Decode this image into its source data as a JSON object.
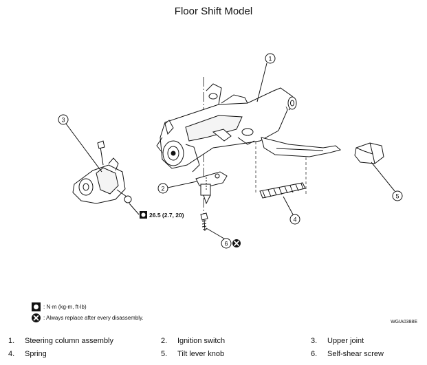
{
  "title": "Floor Shift Model",
  "callouts": [
    "1",
    "2",
    "3",
    "4",
    "5",
    "6"
  ],
  "torque_label": "26.5 (2.7, 20)",
  "legend": {
    "torque": ": N·m (kg-m, ft-lb)",
    "replace": ": Always replace after every disassembly."
  },
  "figure_id": "WGIA0388E",
  "parts": [
    {
      "num": "1.",
      "name": "Steering column assembly"
    },
    {
      "num": "2.",
      "name": "Ignition switch"
    },
    {
      "num": "3.",
      "name": "Upper joint"
    },
    {
      "num": "4.",
      "name": "Spring"
    },
    {
      "num": "5.",
      "name": "Tilt lever knob"
    },
    {
      "num": "6.",
      "name": "Self-shear screw"
    }
  ],
  "icons": [
    "torque-wrench-icon",
    "replace-x-icon"
  ]
}
